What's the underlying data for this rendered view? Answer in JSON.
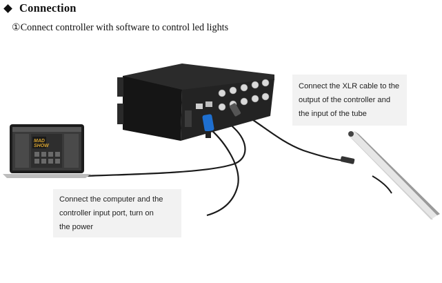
{
  "heading": {
    "title": "Connection"
  },
  "subtitle": "①Connect controller with software to control led lights",
  "callouts": {
    "xlr": {
      "lines": [
        "Connect the XLR cable to the",
        "output of the controller and",
        "the input of the tube"
      ]
    },
    "computer": {
      "lines": [
        "Connect the computer and the",
        "controller input port, turn on",
        "the power"
      ]
    }
  },
  "laptop_screen": {
    "logo_line1": "MAD",
    "logo_line2": "SHOW"
  },
  "colors": {
    "callout_bg": "#f2f2f2",
    "controller_body": "#1f1f1f",
    "power_plug": "#1e6fd0",
    "logo": "#d8a431"
  }
}
